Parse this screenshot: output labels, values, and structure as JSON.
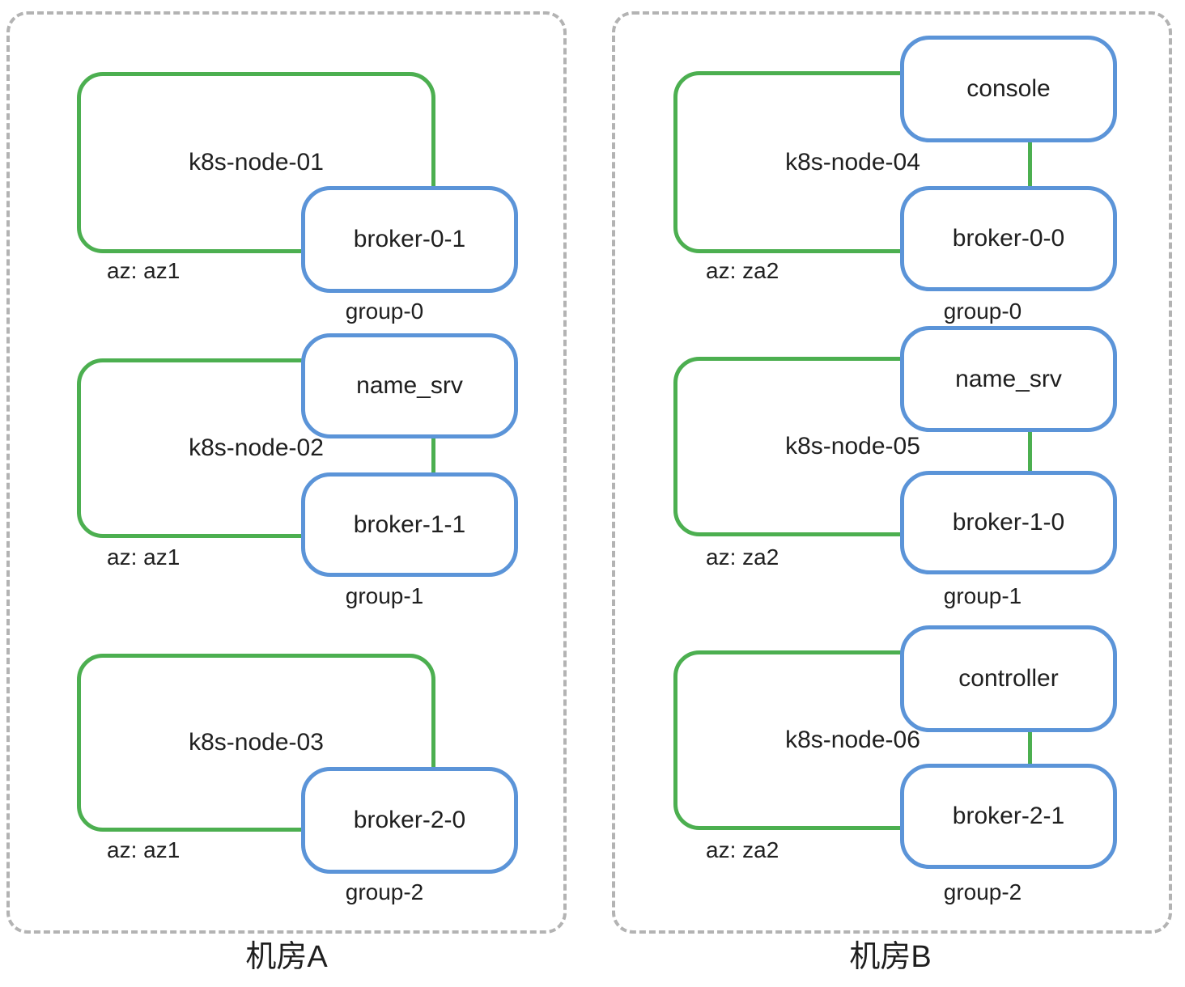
{
  "colors": {
    "node_stroke": "#4CAF50",
    "pod_stroke": "#5B94D8",
    "room_dash": "#b3b3b3",
    "text": "#1f1f1f"
  },
  "rooms": [
    {
      "title": "机房A",
      "nodes": [
        {
          "label": "k8s-node-01",
          "az": "az: az1",
          "group": "group-0",
          "pods": [
            "broker-0-1"
          ]
        },
        {
          "label": "k8s-node-02",
          "az": "az: az1",
          "group": "group-1",
          "pods": [
            "name_srv",
            "broker-1-1"
          ]
        },
        {
          "label": "k8s-node-03",
          "az": "az: az1",
          "group": "group-2",
          "pods": [
            "broker-2-0"
          ]
        }
      ]
    },
    {
      "title": "机房B",
      "nodes": [
        {
          "label": "k8s-node-04",
          "az": "az: za2",
          "group": "group-0",
          "pods": [
            "console",
            "broker-0-0"
          ]
        },
        {
          "label": "k8s-node-05",
          "az": "az: za2",
          "group": "group-1",
          "pods": [
            "name_srv",
            "broker-1-0"
          ]
        },
        {
          "label": "k8s-node-06",
          "az": "az: za2",
          "group": "group-2",
          "pods": [
            "controller",
            "broker-2-1"
          ]
        }
      ]
    }
  ]
}
